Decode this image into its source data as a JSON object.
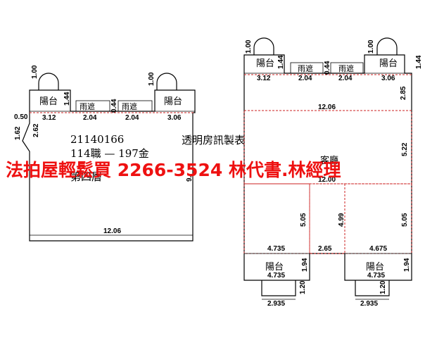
{
  "doc": {
    "case_number": "21140166",
    "address_line": "114職 — 197金",
    "address_line2": "第四層",
    "source_note": "透明房訊製表",
    "banner": "法拍屋輕鬆買  2266-3524  林代書.林經理"
  },
  "left_plan": {
    "balcony_label": "陽台",
    "canopy_label": "雨遮",
    "dims": {
      "arc_left": "1.00",
      "arc_right": "1.00",
      "balcony_depth_left": "1.44",
      "canopy_gap": "0.44",
      "bay_left": "3.12",
      "bay_mid1": "2.04",
      "bay_mid2": "2.04",
      "bay_right": "3.06",
      "offset": "0.50",
      "bump_outer": "1.62",
      "bump_inner": "2.62",
      "right_side": "9.",
      "bottom": "12.06"
    }
  },
  "right_plan": {
    "balcony_label": "陽台",
    "canopy_label": "雨遮",
    "hall_label": "客廳",
    "dims": {
      "arc_left": "1.00",
      "arc_right": "1.00",
      "bal_left_depth": "1.44",
      "bal_right_depth": "1.44",
      "canopy_gap": "0.44",
      "bay_left": "3.12",
      "bay_mid1": "2.04",
      "bay_mid2": "2.04",
      "bay_right": "3.06",
      "upper_band": "2.85",
      "width_top": "12.06",
      "hall_height": "5.22",
      "width_mid": "12.00",
      "left_wing_h": "5.05",
      "center_h": "4.99",
      "right_wing_h": "5.05",
      "left_wing_w": "4.735",
      "center_w": "2.65",
      "right_wing_w": "4.675",
      "low_bal_left_w": "4.735",
      "low_bal_left_h": "1.94",
      "low_bal_right_w": "4.735",
      "low_bal_right_h": "1.94",
      "foot_left_h": "1.20",
      "foot_right_h": "1.20",
      "foot_left_w": "2.935",
      "foot_right_w": "2.935"
    }
  }
}
